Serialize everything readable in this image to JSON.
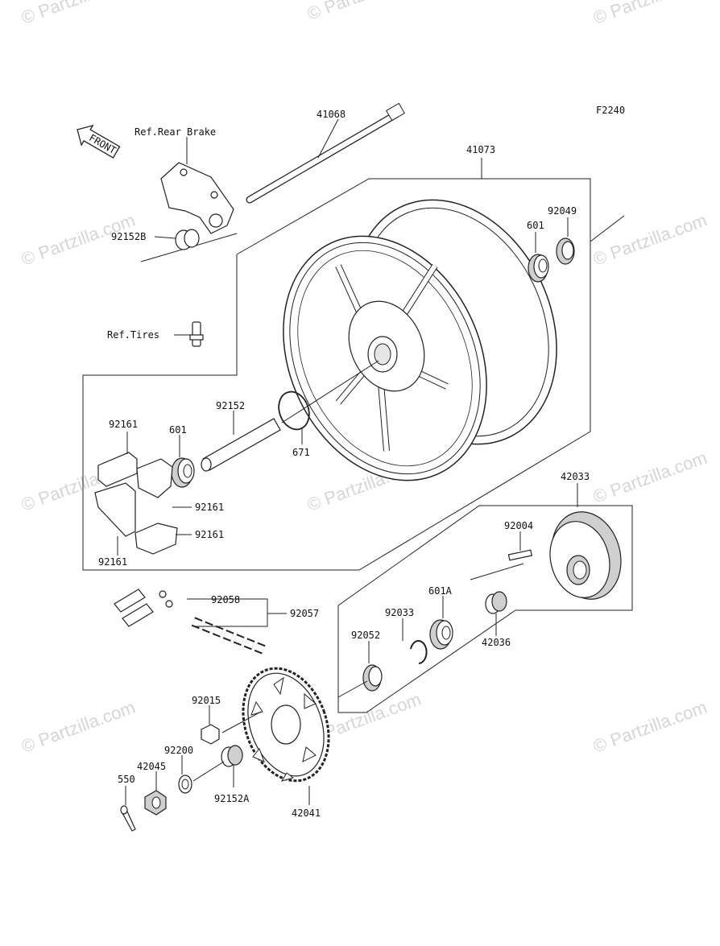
{
  "diagram": {
    "figure_id": "F2240",
    "watermark": "© Partzilla.com",
    "front_label": "FRONT",
    "refs": {
      "rear_brake": "Ref.Rear Brake",
      "tires": "Ref.Tires"
    },
    "parts": {
      "axle": "41068",
      "wheel": "41073",
      "collar_b": "92152B",
      "bearing_601_top": "601",
      "seal_92049": "92049",
      "collar_92152": "92152",
      "oring_671": "671",
      "bearing_601_left": "601",
      "damper_top": "92161",
      "damper_mid": "92161",
      "damper_low": "92161",
      "damper_bottom": "92161",
      "coupling": "42033",
      "stud": "92004",
      "bearing_601a": "601A",
      "circlip": "92033",
      "seal_92052": "92052",
      "collar_42036": "42036",
      "chain_link": "92058",
      "chain": "92057",
      "nut_92015": "92015",
      "washer_92200": "92200",
      "nut_42045": "42045",
      "pin_550": "550",
      "collar_a": "92152A",
      "sprocket": "42041"
    }
  }
}
